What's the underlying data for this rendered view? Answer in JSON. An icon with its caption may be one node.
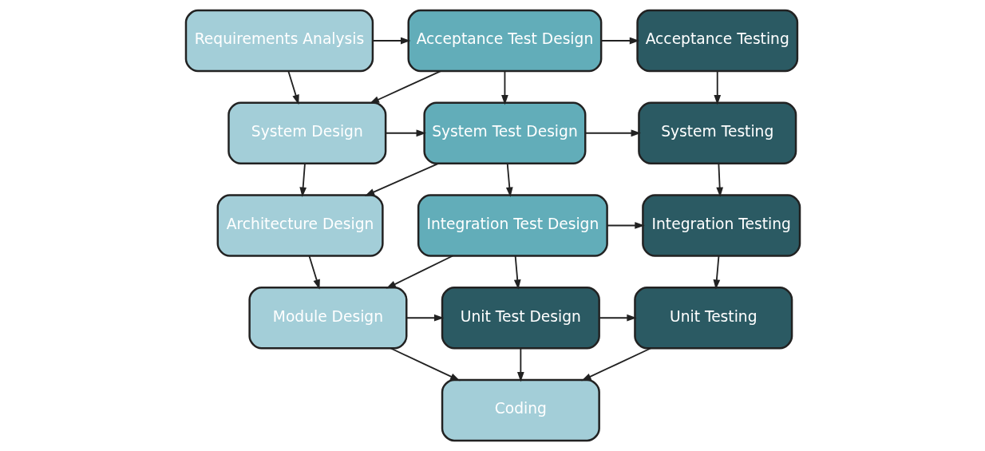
{
  "diagram": {
    "nodes": [
      {
        "text": [
          "Requirements Analysis"
        ]
      },
      {
        "text": [
          "Acceptance Test Design"
        ]
      },
      {
        "text": [
          "Acceptance Testing"
        ]
      },
      {
        "text": [
          "System Design"
        ]
      },
      {
        "text": [
          "System Test Design"
        ]
      },
      {
        "text": [
          "System Testing"
        ]
      },
      {
        "text": [
          "Architecture Design"
        ]
      },
      {
        "text": [
          "Integration Test Design"
        ]
      },
      {
        "text": [
          "Integration Testing"
        ]
      },
      {
        "text": [
          "Module Design"
        ]
      },
      {
        "text": [
          "Unit Test Design"
        ]
      },
      {
        "text": [
          "Unit Testing"
        ]
      },
      {
        "text": [
          "Coding"
        ]
      }
    ],
    "edges": [
      {
        "from": 0,
        "to": 1,
        "arrow": "to"
      },
      {
        "from": 0,
        "to": 3,
        "arrow": "to"
      },
      {
        "from": 1,
        "to": 3,
        "arrow": "to"
      },
      {
        "from": 1,
        "to": 2,
        "arrow": "to"
      },
      {
        "from": 1,
        "to": 4,
        "arrow": "to"
      },
      {
        "from": 3,
        "to": 4,
        "arrow": "to"
      },
      {
        "from": 3,
        "to": 6,
        "arrow": "to"
      },
      {
        "from": 4,
        "to": 6,
        "arrow": "to"
      },
      {
        "from": 4,
        "to": 5,
        "arrow": "to"
      },
      {
        "from": 4,
        "to": 7,
        "arrow": "to"
      },
      {
        "from": 2,
        "to": 5,
        "arrow": "to"
      },
      {
        "from": 5,
        "to": 8,
        "arrow": "to"
      },
      {
        "from": 6,
        "to": 9,
        "arrow": "to"
      },
      {
        "from": 7,
        "to": 9,
        "arrow": "to"
      },
      {
        "from": 7,
        "to": 8,
        "arrow": "to"
      },
      {
        "from": 7,
        "to": 10,
        "arrow": "to"
      },
      {
        "from": 9,
        "to": 10,
        "arrow": "to"
      },
      {
        "from": 10,
        "to": 11,
        "arrow": "to"
      },
      {
        "from": 8,
        "to": 11,
        "arrow": "to"
      },
      {
        "from": 10,
        "to": 12,
        "arrow": "to"
      },
      {
        "from": 9,
        "to": 12,
        "arrow": "to"
      },
      {
        "from": 11,
        "to": 12,
        "arrow": "to"
      }
    ]
  }
}
